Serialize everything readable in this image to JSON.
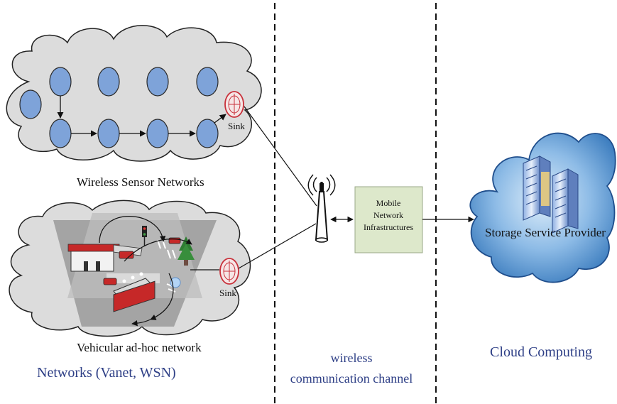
{
  "sections": {
    "networks_title": "Networks (Vanet, WSN)",
    "channel_title_line1": "wireless",
    "channel_title_line2": "communication channel",
    "cloud_title": "Cloud Computing"
  },
  "wsn": {
    "caption": "Wireless Sensor Networks",
    "sink_label": "Sink",
    "node_color": "#7ea3d9"
  },
  "vanet": {
    "caption": "Vehicular ad-hoc network",
    "sink_label": "Sink"
  },
  "infrastructure": {
    "line1": "Mobile",
    "line2": "Network",
    "line3": "Infrastructures",
    "fill": "#dde8cb"
  },
  "cloud": {
    "label": "Storage Service Provider",
    "fill": "#6fa3d6"
  },
  "colors": {
    "section_title": "#2e3f86",
    "cloud_gray": "#dcdcdc",
    "sink_red": "#c8303a"
  }
}
